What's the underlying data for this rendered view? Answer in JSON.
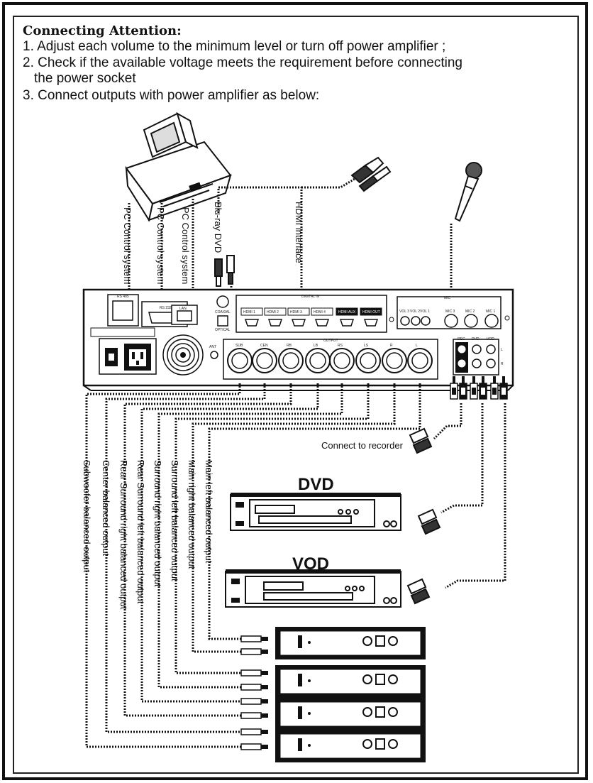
{
  "header": {
    "title": "Connecting Attention:",
    "items": [
      "1. Adjust each volume to the minimum level or turn off power amplifier ;",
      "2. Check if the available voltage meets the requirement before connecting",
      "the power socket",
      "3. Connect outputs with power amplifier as below:"
    ]
  },
  "labels": {
    "pc1": "PC Control system",
    "pc2": "PC Control system",
    "pc3": "PC Control system",
    "bluray": "Blu-ray DVD",
    "hdmi": "HDMI interface",
    "recorder": "Connect to recorder",
    "dvd": "DVD",
    "vod": "VOD",
    "outputs": [
      "Main left balanced output",
      "Main right balanced output",
      "Surround left balanced output",
      "Surround right balanced output",
      "Rear Surround left balanced output",
      "Rear Surround right balanced output",
      "Center balanced output",
      "Subwoofer balanced output"
    ]
  },
  "panel": {
    "rs485": "RS 485",
    "rs232": "RS 232",
    "lan": "LAN",
    "coaxial": "COAXIAL",
    "optical": "OPTICAL",
    "digital_in": "DIGITAL IN",
    "hdmi_ports": [
      "HDMI 1",
      "HDMI 2",
      "HDMI 3",
      "HDMI 4",
      "HDMI AUX",
      "HDMI OUT"
    ],
    "mic": "MIC",
    "mic_controls": [
      "VOL 3",
      "VOL 2",
      "VOL 1",
      "MIC 3",
      "MIC 2",
      "MIC 1"
    ],
    "output": "OUTPUT",
    "output_ports": [
      "SUB",
      "CEN",
      "RB",
      "LB",
      "RS",
      "LS",
      "R",
      "L"
    ],
    "ant": "ANT",
    "rec_group": [
      "REC",
      "DVD",
      "VOD"
    ],
    "lr": [
      "L",
      "R"
    ]
  }
}
